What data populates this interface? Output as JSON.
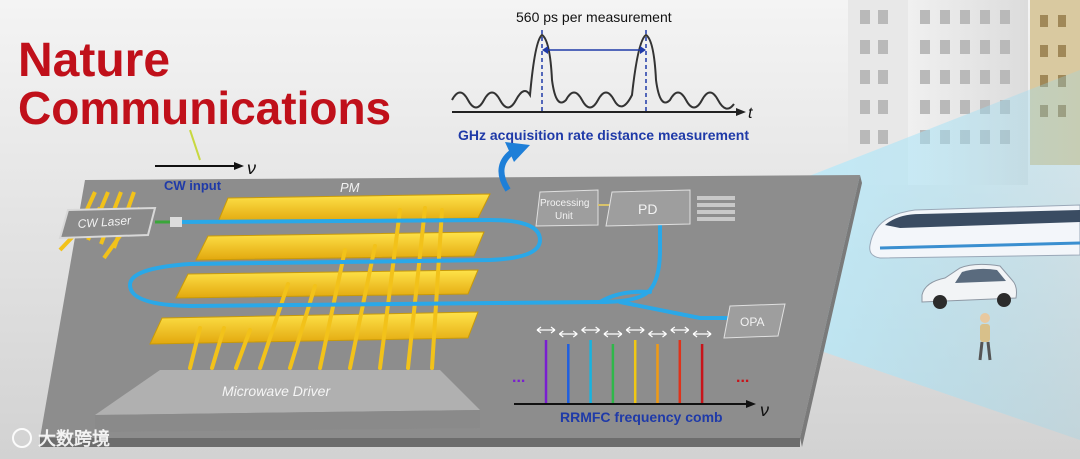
{
  "headline": {
    "line1": "Nature",
    "line2": "Communications",
    "color": "#c0101a"
  },
  "measurement": {
    "label": "560 ps per measurement",
    "time_axis": "t",
    "caption": "GHz acquisition rate distance measurement"
  },
  "input": {
    "label": "CW input",
    "axis": "ν"
  },
  "chip": {
    "laser": "CW Laser",
    "pm": "PM",
    "driver": "Microwave Driver",
    "processing_line1": "Processing",
    "processing_line2": "Unit",
    "pd": "PD",
    "opa": "OPA"
  },
  "comb": {
    "label": "RRMFC frequency comb",
    "axis": "ν",
    "ellipsis_left": "...",
    "ellipsis_right": "...",
    "line_colors": [
      "#7a1fd0",
      "#1f5fe0",
      "#17b3e0",
      "#2fb84a",
      "#f0c814",
      "#f09a14",
      "#e0321a",
      "#c8141a"
    ]
  },
  "watermark": {
    "text": "大数跨境"
  },
  "colors": {
    "accent_blue": "#1f3aa8",
    "chip_gray": "#8f8f8f",
    "gold": "#f2c21a",
    "waveguide": "#2aa8e8"
  }
}
